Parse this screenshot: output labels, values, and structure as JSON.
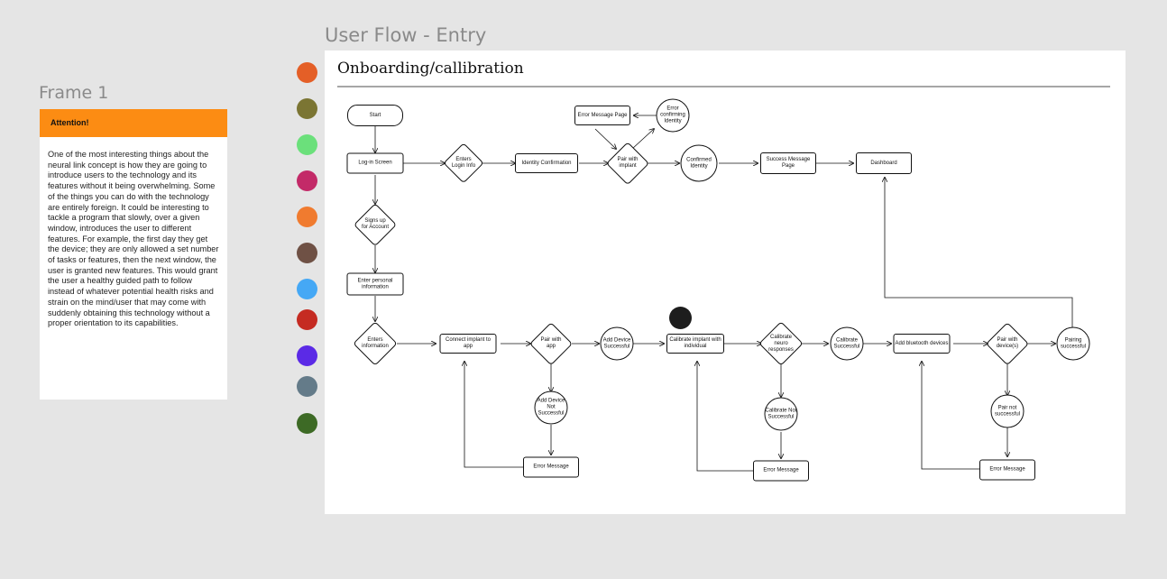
{
  "frame1": {
    "label": "Frame 1",
    "note_title": "Attention!",
    "note_text": "One of the most interesting things about the neural link concept is how they are going to introduce users to the technology and its features without it being overwhelming. Some of the things you can do with the technology are entirely foreign. It could be interesting to tackle a program that slowly, over a given window, introduces the user to different features. For example, the first day they get the device; they are only allowed a set number of tasks or features, then the next window, the user is granted new features. This would grant the user a healthy guided path to follow instead of whatever potential health risks and strain on the mind/user that may come with suddenly obtaining this technology without a proper orientation to its capabilities."
  },
  "swatches": [
    "#e45f27",
    "#7b7533",
    "#6be07b",
    "#c32a68",
    "#f07b2f",
    "#6f5145",
    "#45a8f5",
    "#c52b22",
    "#5b2ae6",
    "#647b89",
    "#3d6a25"
  ],
  "flow": {
    "label": "User Flow - Entry",
    "title": "Onboarding/callibration",
    "nodes": {
      "start": "Start",
      "login": "Log-in Screen",
      "enters_login": "Enters Login Info",
      "identity": "Identity Confirmation",
      "pair_implant": "Pair with implant",
      "error_page": "Error Message Page",
      "error_confirm": "Error confirming Identity",
      "confirmed": "Confirmed Identity",
      "success_page": "Success Message Page",
      "dashboard": "Dashboard",
      "signup": "Signs up for Account",
      "personal": "Enter personal information",
      "enters_info": "Enters information",
      "connect": "Connect implant to app",
      "pair_app": "Pair with app",
      "add_success": "Add Device Successful",
      "add_fail": "Add Device Not Successful",
      "error1": "Error Message",
      "calibrate": "Calibrate implant with individual",
      "calib_neuro": "Calibrate neuro responses",
      "calib_success": "Calibrate Successful",
      "calib_fail": "Calibrate Not Successful",
      "error2": "Error Message",
      "add_bt": "Add bluetooth devices",
      "pair_devices": "Pair with device(s)",
      "pairing_success": "Pairing successful",
      "pair_fail": "Pair not successful",
      "error3": "Error Message"
    }
  }
}
